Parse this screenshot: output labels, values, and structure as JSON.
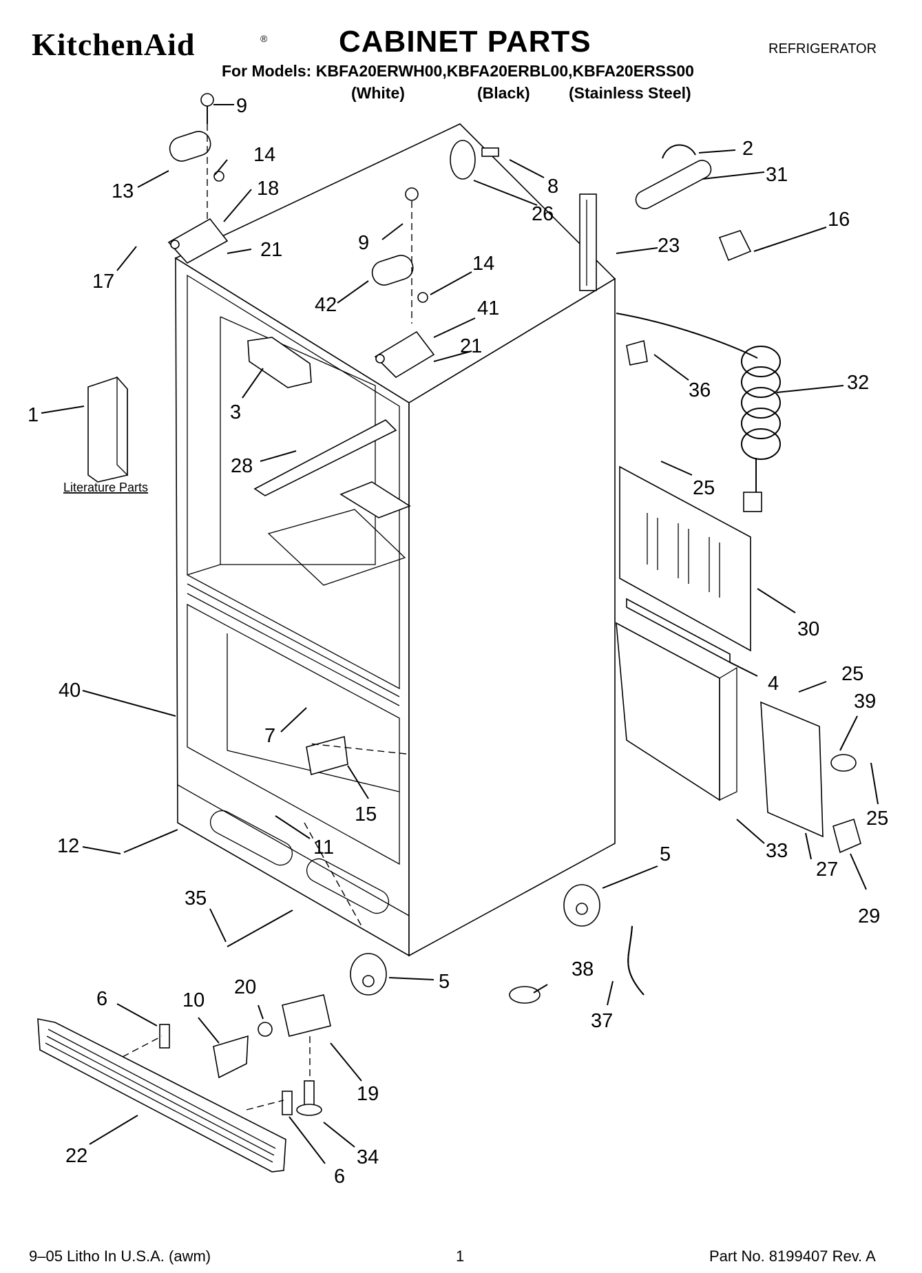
{
  "header": {
    "brand": "KitchenAid",
    "brand_mark": "®",
    "title": "CABINET PARTS",
    "category": "REFRIGERATOR",
    "models_line": "For Models: KBFA20ERWH00,KBFA20ERBL00,KBFA20ERSS00",
    "variants": [
      "(White)",
      "(Black)",
      "(Stainless Steel)"
    ]
  },
  "literature_label": "Literature Parts",
  "callouts": [
    "9",
    "14",
    "18",
    "13",
    "21",
    "17",
    "8",
    "26",
    "2",
    "31",
    "16",
    "23",
    "9",
    "42",
    "14",
    "41",
    "21",
    "36",
    "32",
    "1",
    "3",
    "28",
    "25",
    "30",
    "4",
    "40",
    "25",
    "39",
    "7",
    "15",
    "25",
    "12",
    "11",
    "33",
    "27",
    "29",
    "5",
    "35",
    "5",
    "38",
    "37",
    "6",
    "20",
    "10",
    "19",
    "22",
    "6",
    "34"
  ],
  "footer": {
    "left": "9–05 Litho In U.S.A. (awm)",
    "page": "1",
    "right": "Part No. 8199407 Rev. A"
  }
}
